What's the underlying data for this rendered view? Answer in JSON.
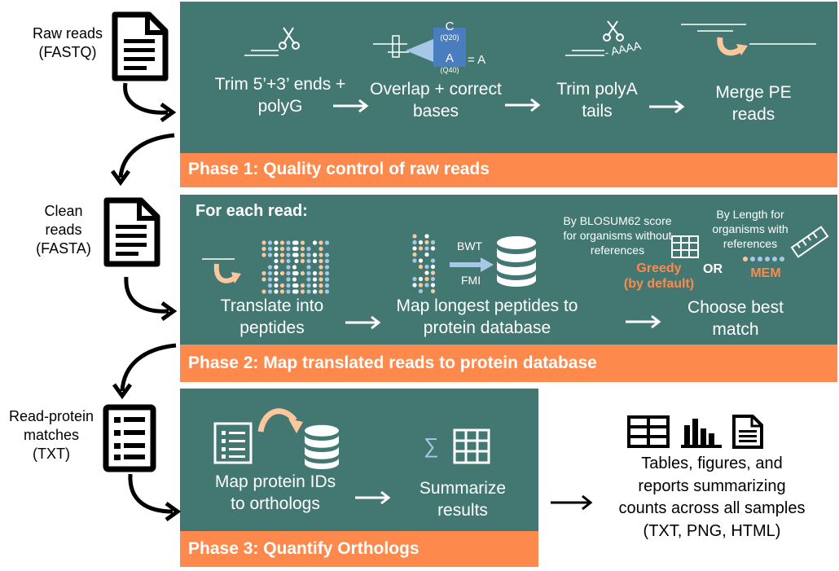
{
  "side_labels": {
    "raw_reads": "Raw reads\n(FASTQ)",
    "clean_reads": "Clean\nreads\n(FASTA)",
    "matches": "Read-protein\nmatches\n(TXT)"
  },
  "phase1": {
    "steps": [
      "Trim 5’+3’ ends +\npolyG",
      "Overlap + correct\nbases",
      "Trim polyA\ntails",
      "Merge PE\nreads"
    ],
    "bar": "Phase 1: Quality control of raw reads",
    "overlap_icon": {
      "c": "C",
      "q20": "(Q20)",
      "a": "A",
      "q40": "(Q40)",
      "eq": "= A"
    },
    "polya": "- AAAA"
  },
  "phase2": {
    "heading": "For each read:",
    "steps": [
      "Translate into\npeptides",
      "Map longest peptides to\nprotein database",
      "Choose best\nmatch"
    ],
    "bwt": "BWT",
    "fmi": "FMI",
    "blosum": "By BLOSUM62 score\nfor organisms without\nreferences",
    "greedy": "Greedy\n(by default)",
    "or": "OR",
    "length": "By Length for\norganisms with\nreferences",
    "mem": "MEM",
    "bar": "Phase 2: Map translated reads to protein database"
  },
  "phase3": {
    "steps": [
      "Map protein IDs\nto orthologs",
      "Summarize\nresults"
    ],
    "sigma": "∑",
    "bar": "Phase 3: Quantify Orthologs"
  },
  "output": {
    "text": "Tables, figures, and\nreports summarizing\ncounts across all samples\n(TXT, PNG, HTML)"
  },
  "colors": {
    "panel": "#437872",
    "bar": "#fd8a4c",
    "dot_orange": "#fdc79b",
    "dot_blue": "#a7c7e7"
  }
}
